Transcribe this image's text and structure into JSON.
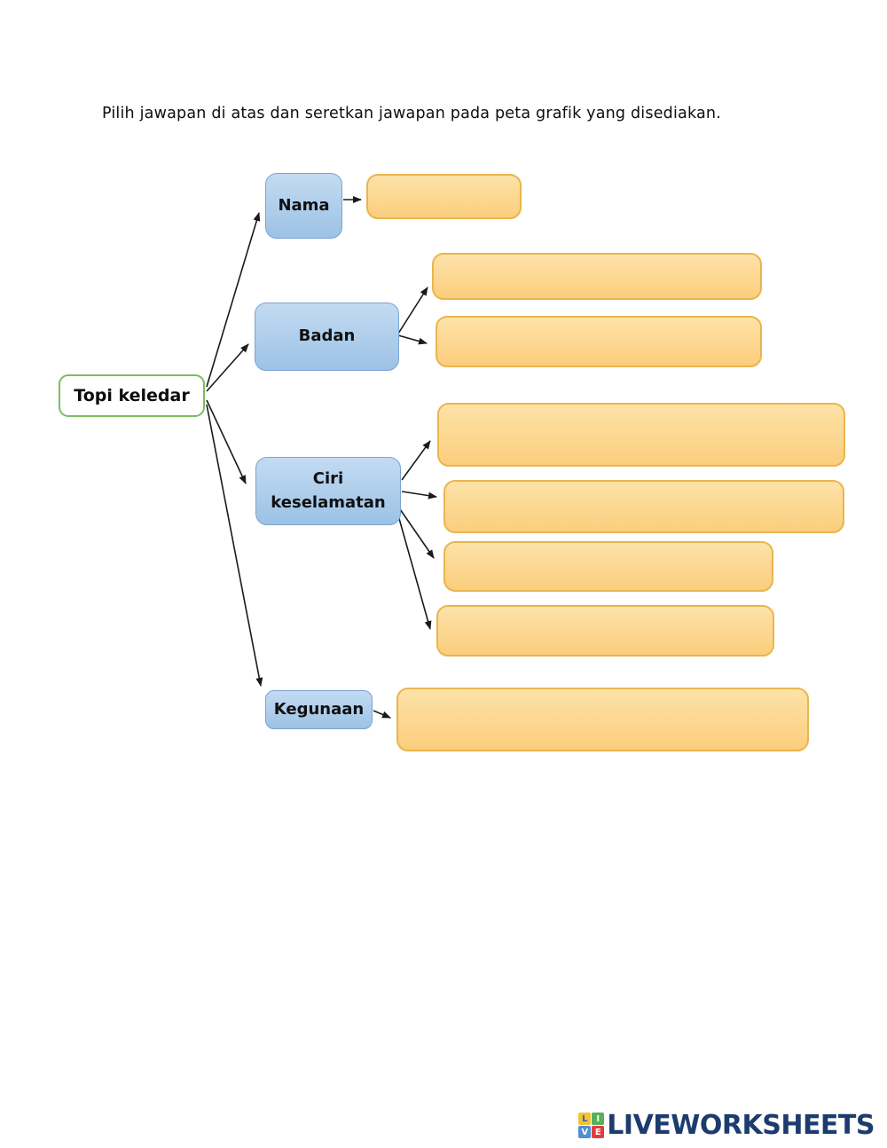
{
  "page": {
    "instruction": "Pilih jawapan di atas dan seretkan jawapan pada peta grafik yang disediakan."
  },
  "diagram": {
    "root_label": "Topi keledar",
    "nodes": [
      {
        "label": "Nama",
        "dropzone_count": 1
      },
      {
        "label": "Badan",
        "dropzone_count": 2
      },
      {
        "label": "Ciri keselamatan",
        "dropzone_count": 4
      },
      {
        "label": "Kegunaan",
        "dropzone_count": 1
      }
    ],
    "dropzones_total": 8
  },
  "colors": {
    "node_fill": "#9cc2e5",
    "node_border": "#7ba3cf",
    "root_fill": "#ffffff",
    "root_border": "#7cbd5d",
    "dropzone_fill": "#fbce7d",
    "dropzone_border": "#eab54e",
    "arrow": "#1a1a1a",
    "brand_text": "#1d3c6e"
  },
  "footer": {
    "brand": "LIVEWORKSHEETS",
    "logo_letters": [
      {
        "letter": "L",
        "bg": "#f2c233"
      },
      {
        "letter": "I",
        "bg": "#57b05c"
      },
      {
        "letter": "V",
        "bg": "#4f8fd3"
      },
      {
        "letter": "E",
        "bg": "#e23e3e"
      }
    ]
  }
}
